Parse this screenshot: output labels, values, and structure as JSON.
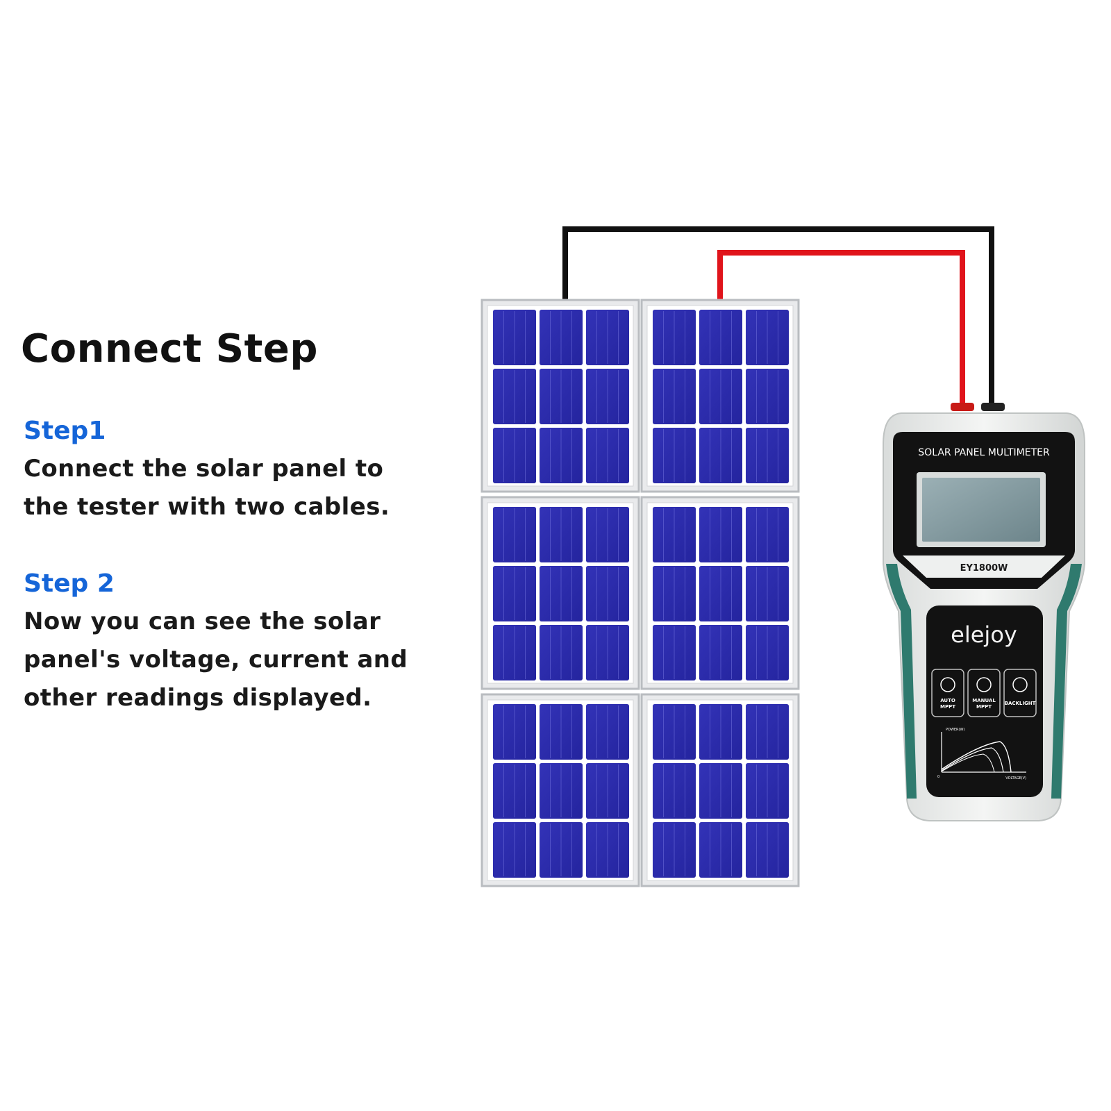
{
  "heading": "Connect Step",
  "steps": [
    {
      "label": "Step1",
      "text": "Connect the solar panel to the tester with two cables."
    },
    {
      "label": "Step 2",
      "text": "Now you can see the solar panel's voltage, current and other readings displayed."
    }
  ],
  "meter": {
    "title": "SOLAR PANEL MULTIMETER",
    "model": "EY1800W",
    "brand": "elejoy",
    "buttons": [
      {
        "line1": "AUTO",
        "line2": "MPPT"
      },
      {
        "line1": "MANUAL",
        "line2": "MPPT"
      },
      {
        "line1": "BACKLIGHT",
        "line2": ""
      }
    ],
    "graph_y_label": "POWER(W)",
    "graph_x_label": "VOLTAGE(V)",
    "graph_origin": "0"
  },
  "colors": {
    "accent_blue": "#1565d8",
    "cell_blue": "#2a2aa8",
    "cable_red": "#e0141b",
    "cable_black": "#111111",
    "meter_teal": "#2f7a6e"
  }
}
